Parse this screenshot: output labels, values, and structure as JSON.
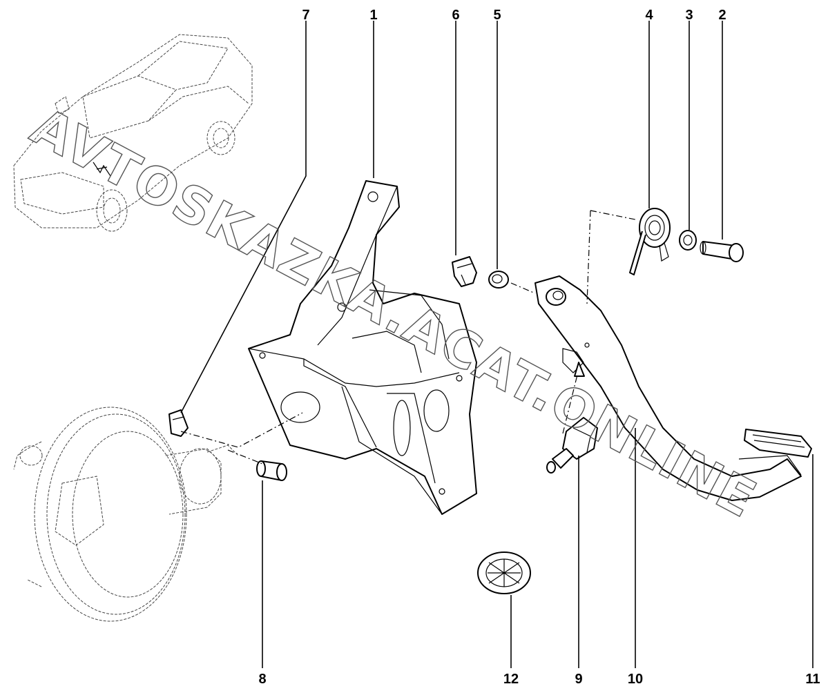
{
  "callouts": [
    {
      "id": "7",
      "label": "7"
    },
    {
      "id": "1",
      "label": "1"
    },
    {
      "id": "6",
      "label": "6"
    },
    {
      "id": "5",
      "label": "5"
    },
    {
      "id": "4",
      "label": "4"
    },
    {
      "id": "3",
      "label": "3"
    },
    {
      "id": "2",
      "label": "2"
    },
    {
      "id": "8",
      "label": "8"
    },
    {
      "id": "12",
      "label": "12"
    },
    {
      "id": "9",
      "label": "9"
    },
    {
      "id": "10",
      "label": "10"
    },
    {
      "id": "11",
      "label": "11"
    }
  ],
  "watermark": "AVTOSKAZKA.ACAT.ONLINE"
}
